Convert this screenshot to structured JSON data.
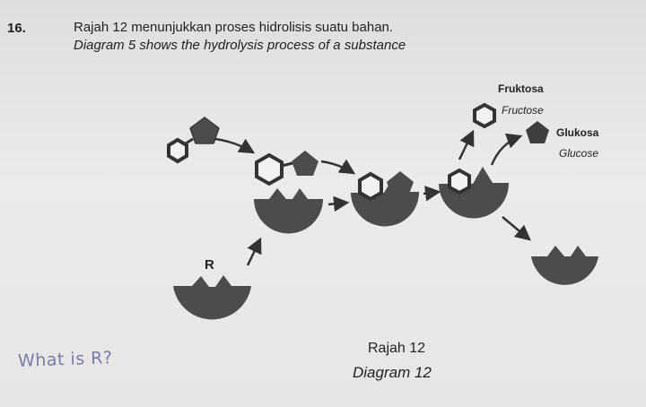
{
  "question": {
    "number": "16.",
    "text_malay": "Rajah 12 menunjukkan proses hidrolisis suatu bahan.",
    "text_english": "Diagram 5 shows the hydrolysis process of a substance"
  },
  "diagram": {
    "labels": {
      "fructose_malay": "Fruktosa",
      "fructose_english": "Fructose",
      "glucose_malay": "Glukosa",
      "glucose_english": "Glucose",
      "enzyme": "R"
    }
  },
  "caption": {
    "malay": "Rajah 12",
    "english": "Diagram 12"
  },
  "handwritten_note": "What is R?"
}
